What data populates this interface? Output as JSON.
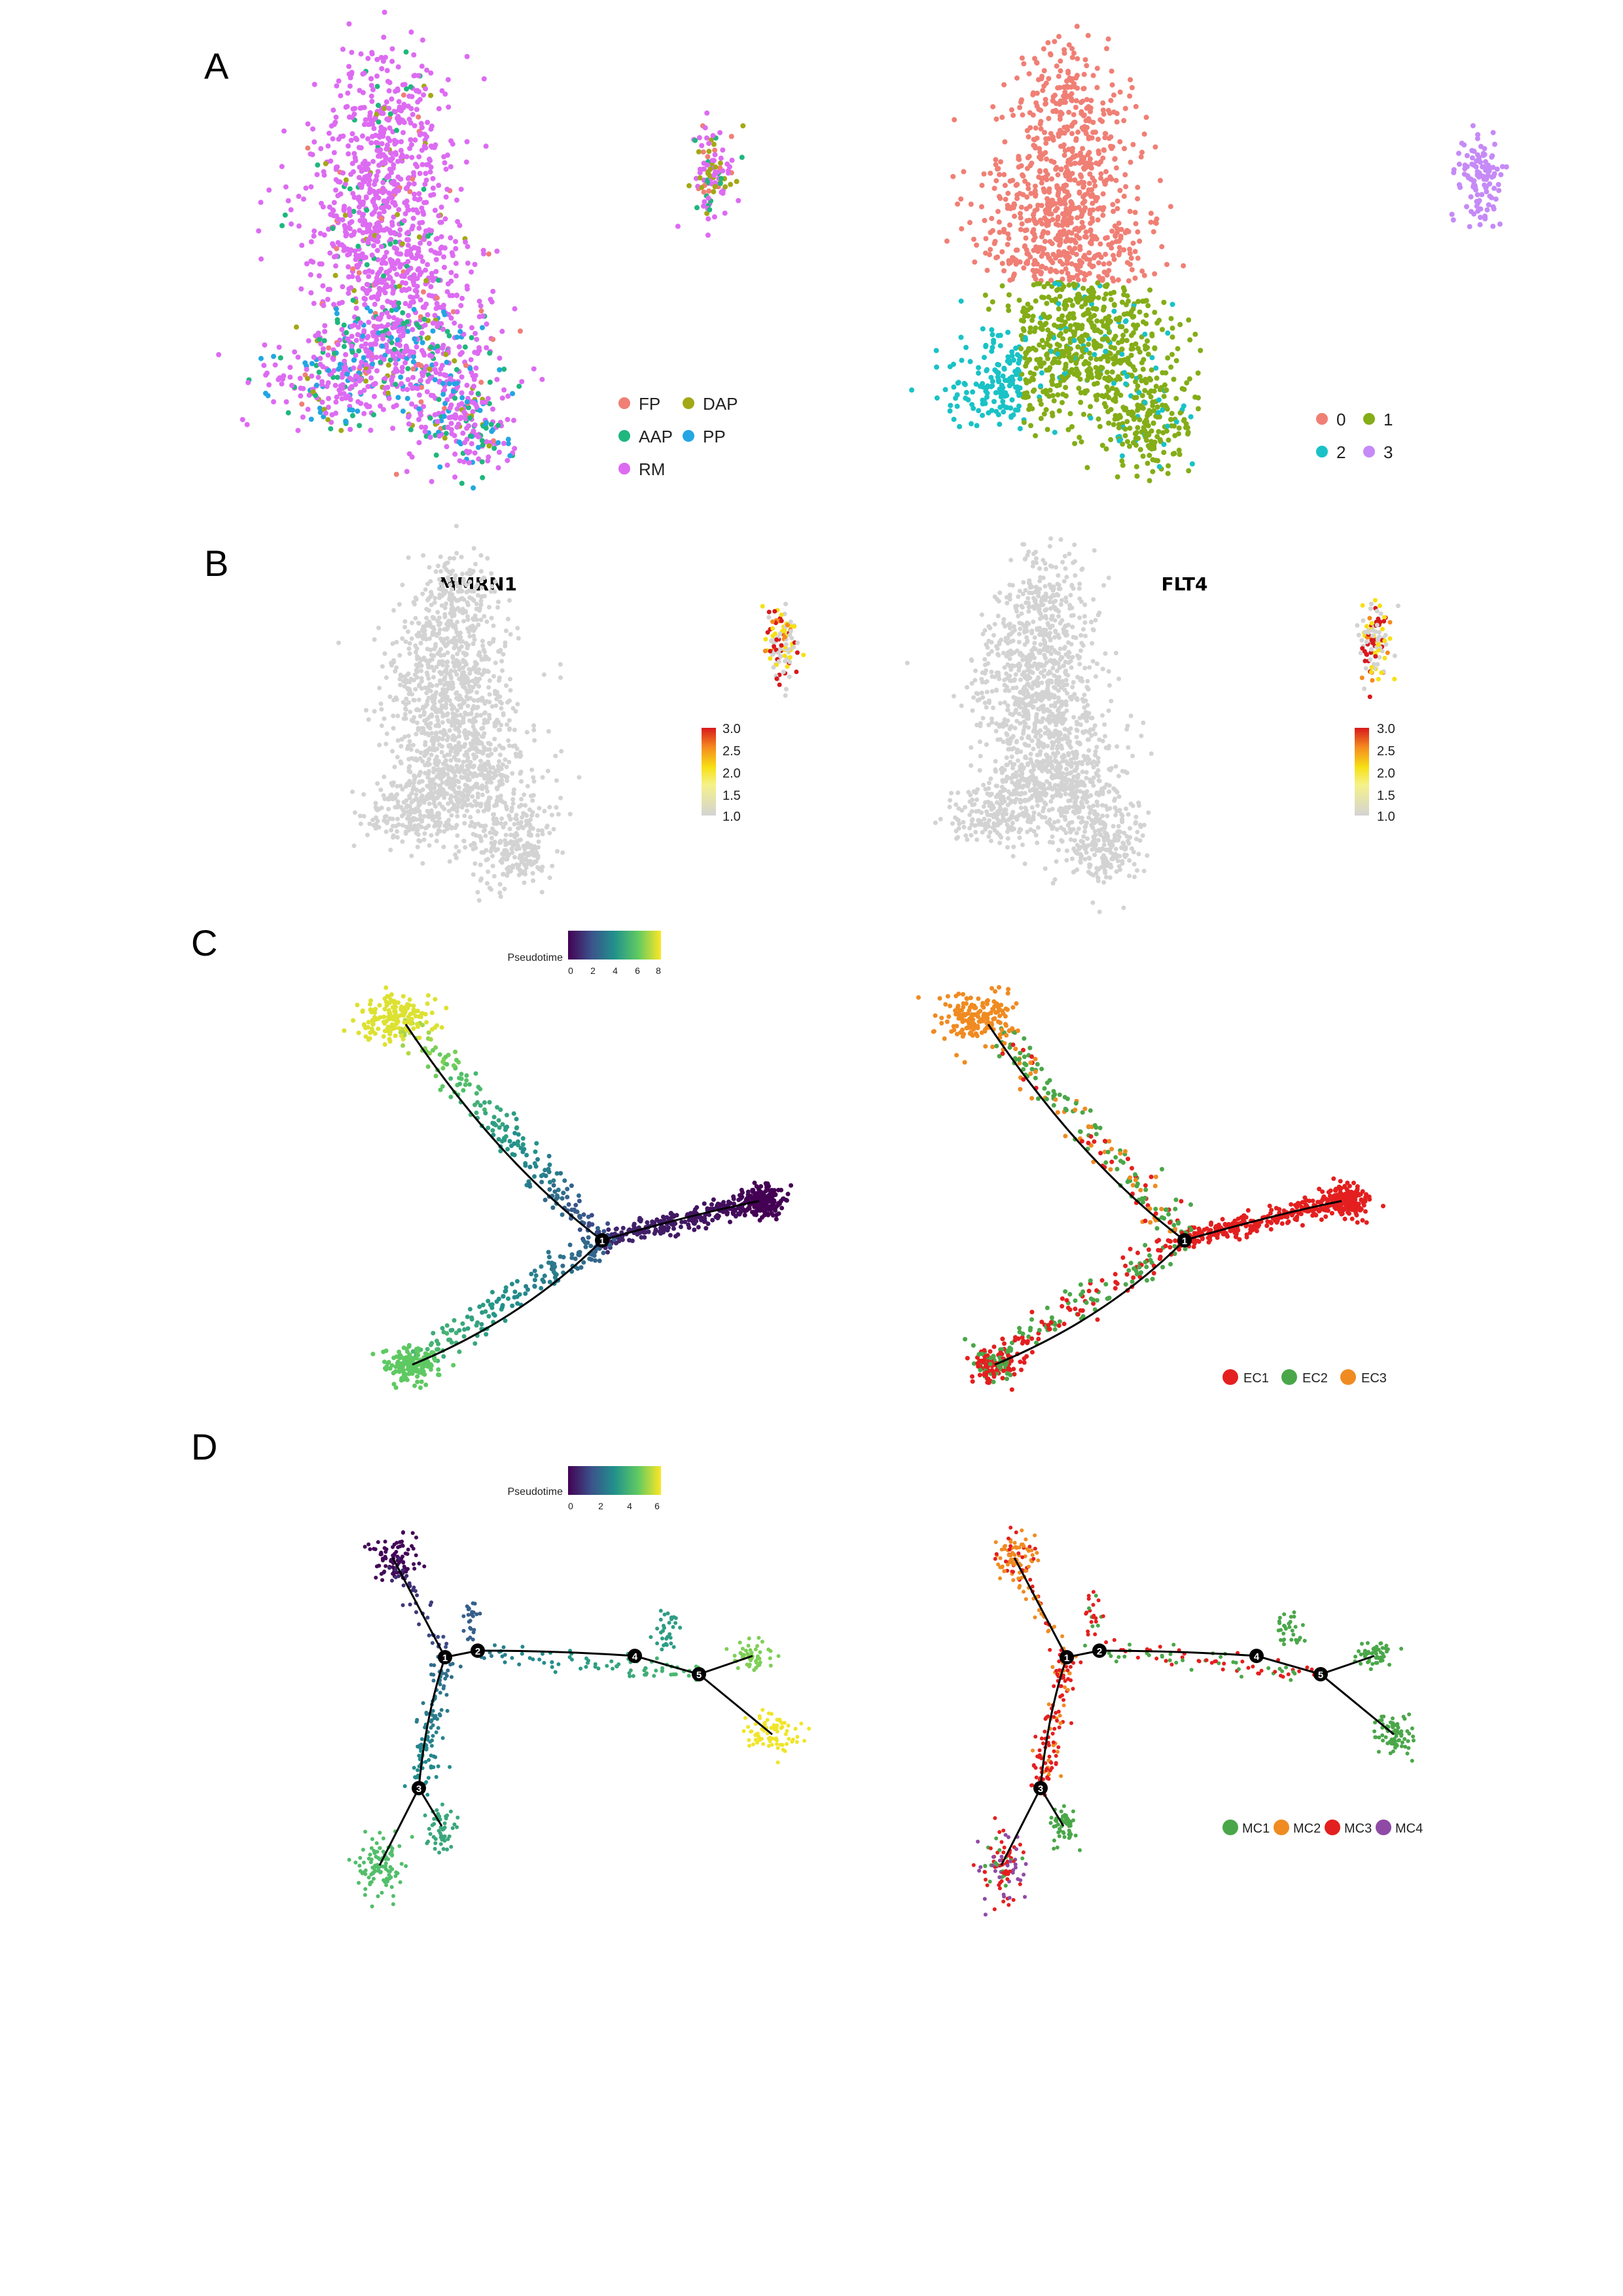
{
  "panels": {
    "A": "A",
    "B": "B",
    "C": "C",
    "D": "D"
  },
  "colors": {
    "FP": "#f07f75",
    "DAP": "#a3a815",
    "AAP": "#1fb77e",
    "PP": "#23a6e3",
    "RM": "#dd6bf2",
    "c0": "#f07f75",
    "c1": "#84ad17",
    "c2": "#19c2c6",
    "c3": "#c58af7",
    "EC1": "#e41f1f",
    "EC2": "#4aa749",
    "EC3": "#f08b21",
    "MC1": "#4aa749",
    "MC2": "#f08b21",
    "MC3": "#e41f1f",
    "MC4": "#8f4aa6",
    "feature_grey": "#d3d3d3"
  },
  "chart_data": [
    {
      "id": "A_left",
      "type": "scatter",
      "description_source": "UMAP colored by cell type",
      "legend": [
        {
          "label": "FP",
          "color": "#f07f75"
        },
        {
          "label": "DAP",
          "color": "#a3a815"
        },
        {
          "label": "AAP",
          "color": "#1fb77e"
        },
        {
          "label": "PP",
          "color": "#23a6e3"
        },
        {
          "label": "RM",
          "color": "#dd6bf2"
        }
      ],
      "legend_position": "bottom-right",
      "grid": false
    },
    {
      "id": "A_right",
      "type": "scatter",
      "legend": [
        {
          "label": "0",
          "color": "#f07f75"
        },
        {
          "label": "1",
          "color": "#84ad17"
        },
        {
          "label": "2",
          "color": "#19c2c6"
        },
        {
          "label": "3",
          "color": "#c58af7"
        }
      ],
      "legend_position": "bottom-right",
      "grid": false
    },
    {
      "id": "B_left",
      "type": "scatter",
      "title": "MMRN1",
      "colorbar": {
        "ticks": [
          "3.0",
          "2.5",
          "2.0",
          "1.5",
          "1.0"
        ],
        "range": [
          1.0,
          3.0
        ]
      },
      "grid": false
    },
    {
      "id": "B_right",
      "type": "scatter",
      "title": "FLT4",
      "colorbar": {
        "ticks": [
          "3.0",
          "2.5",
          "2.0",
          "1.5",
          "1.0"
        ],
        "range": [
          1.0,
          3.0
        ]
      },
      "grid": false
    },
    {
      "id": "C_left",
      "type": "scatter",
      "colorbar": {
        "label": "Pseudotime",
        "ticks": [
          "0",
          "2",
          "4",
          "6",
          "8"
        ],
        "range": [
          0,
          8
        ]
      },
      "branch_nodes": [
        "1"
      ],
      "grid": false
    },
    {
      "id": "C_right",
      "type": "scatter",
      "legend": [
        {
          "label": "EC1",
          "color": "#e41f1f"
        },
        {
          "label": "EC2",
          "color": "#4aa749"
        },
        {
          "label": "EC3",
          "color": "#f08b21"
        }
      ],
      "branch_nodes": [
        "1"
      ],
      "legend_position": "bottom-right",
      "grid": false
    },
    {
      "id": "D_left",
      "type": "scatter",
      "colorbar": {
        "label": "Pseudotime",
        "ticks": [
          "0",
          "2",
          "4",
          "6"
        ],
        "range": [
          0,
          6
        ]
      },
      "branch_nodes": [
        "1",
        "2",
        "3",
        "4",
        "5"
      ],
      "grid": false
    },
    {
      "id": "D_right",
      "type": "scatter",
      "legend": [
        {
          "label": "MC1",
          "color": "#4aa749"
        },
        {
          "label": "MC2",
          "color": "#f08b21"
        },
        {
          "label": "MC3",
          "color": "#e41f1f"
        },
        {
          "label": "MC4",
          "color": "#8f4aa6"
        }
      ],
      "branch_nodes": [
        "1",
        "2",
        "3",
        "4",
        "5"
      ],
      "legend_position": "bottom-right",
      "grid": false
    }
  ]
}
